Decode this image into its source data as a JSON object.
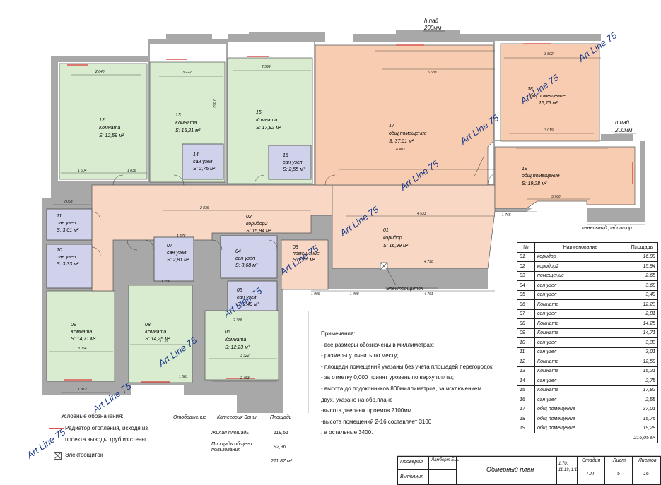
{
  "watermark": "Art Line 75",
  "rooms": [
    {
      "no": "01",
      "name": "коридор",
      "area": "S: 16,99 м²"
    },
    {
      "no": "02",
      "name": "коридор2",
      "area": "S: 15,94 м²"
    },
    {
      "no": "03",
      "name": "помещение",
      "area": "S: 2,65 м²"
    },
    {
      "no": "04",
      "name": "сан узел",
      "area": "S: 3,68 м²"
    },
    {
      "no": "05",
      "name": "сан узел",
      "area": "S: 3,49 м²"
    },
    {
      "no": "06",
      "name": "Комната",
      "area": "S: 12,23 м²"
    },
    {
      "no": "07",
      "name": "сан узел",
      "area": "S: 2,81 м²"
    },
    {
      "no": "08",
      "name": "Комната",
      "area": "S: 14,25 м²"
    },
    {
      "no": "09",
      "name": "Комната",
      "area": "S: 14,71 м²"
    },
    {
      "no": "10",
      "name": "сан узел",
      "area": "S: 3,33 м²"
    },
    {
      "no": "11",
      "name": "сан узел",
      "area": "S: 3,01 м²"
    },
    {
      "no": "12",
      "name": "Комната",
      "area": "S: 12,59 м²"
    },
    {
      "no": "13",
      "name": "Комната",
      "area": "S: 15,21 м²"
    },
    {
      "no": "14",
      "name": "сан узел",
      "area": "S: 2,75 м²"
    },
    {
      "no": "15",
      "name": "Комната",
      "area": "S: 17,82 м²"
    },
    {
      "no": "16",
      "name": "сан узел",
      "area": "S: 2,55 м²"
    },
    {
      "no": "17",
      "name": "общ помещение",
      "area": "S: 37,01 м²"
    },
    {
      "no": "18",
      "name": "общ помещение",
      "area": "15,75 м²"
    },
    {
      "no": "19",
      "name": "общ помещение",
      "area": "S: 19,28 м²"
    }
  ],
  "annotations": {
    "h_pod_1": "h пад",
    "h_pod_1_val": "200мм",
    "h_pod_2": "h пад",
    "h_pod_2_val": "200мм",
    "panel_radiator": "панельный радиатор",
    "elektroshchitok": "Электрощиток"
  },
  "dimensions": [
    "3 802",
    "5 633",
    "2 599",
    "3 222",
    "3 363",
    "2 040",
    "1 836",
    "1 604",
    "3 019",
    "4 403",
    "2 068",
    "2 836",
    "4 533",
    "4 761",
    "1 906",
    "1 408",
    "3 054",
    "3 110",
    "3 322",
    "2 453",
    "1 581",
    "1 312",
    "3 760",
    "1 765",
    "4 790",
    "2 388",
    "1 756",
    "1 576"
  ],
  "notes": {
    "title": "Примечания:",
    "lines": [
      "- все размеры обозначены в миллиметрах;",
      "- размеры уточнить по месту;",
      "- площади помещений указаны без учета площадей перегородок;",
      "- за отметку 0,000 принят уровень по верху плиты;",
      "- высота до подоконников 800миллиметров, за исключением",
      "двух, указано на обр.плане",
      "-высота дверных проемов 2100мм.",
      "-высота помещений 2-16 составляет 3100",
      ", а остальные 3400."
    ]
  },
  "legend": {
    "title": "Условные обозначения:",
    "radiator": "Радиатор отопления, исходя из",
    "radiator2": "проекта выводы труб из стены",
    "panel": "Электрощиток",
    "radiator_color": "#d9534f"
  },
  "area_summary": {
    "col1": "Отображение",
    "col2": "Категория Зоны",
    "col3": "Площадь",
    "row1_label": "Жилая площадь",
    "row1_value": "119,51",
    "row2_label": "Площадь общего",
    "row2_label2": "пользования",
    "row2_value": "92,36",
    "total": "211,87 м²"
  },
  "room_table": {
    "headers": [
      "№",
      "Наименование",
      "Площадь"
    ],
    "rows": [
      [
        "01",
        "коридор",
        "16,99"
      ],
      [
        "02",
        "коридор2",
        "15,94"
      ],
      [
        "03",
        "помещение",
        "2,65"
      ],
      [
        "04",
        "сан узел",
        "3,68"
      ],
      [
        "05",
        "сан узел",
        "3,49"
      ],
      [
        "06",
        "Комната",
        "12,23"
      ],
      [
        "07",
        "сан узел",
        "2,81"
      ],
      [
        "08",
        "Комната",
        "14,25"
      ],
      [
        "09",
        "Комната",
        "14,71"
      ],
      [
        "10",
        "сан узел",
        "3,33"
      ],
      [
        "11",
        "сан узел",
        "3,01"
      ],
      [
        "12",
        "Комната",
        "12,59"
      ],
      [
        "13",
        "Комната",
        "15,21"
      ],
      [
        "14",
        "сан узел",
        "2,75"
      ],
      [
        "15",
        "Комната",
        "17,82"
      ],
      [
        "16",
        "сан узел",
        "2,55"
      ],
      [
        "17",
        "общ помещение",
        "37,01"
      ],
      [
        "18",
        "общ помещение",
        "15,75"
      ],
      [
        "19",
        "общ помещение",
        "19,28"
      ]
    ],
    "total": "216,05 м²"
  },
  "title_block": {
    "checked": "Проверил",
    "performed": "Выполнил",
    "author": "Ламберт Е.А.",
    "title": "Обмерный план",
    "scale": "1:70,",
    "scale2": "11,19, 1:1",
    "stage_label": "Стадия",
    "sheet_label": "Лист",
    "sheets_label": "Листов",
    "stage": "ПП",
    "sheet": "5",
    "sheets": "16"
  },
  "colors": {
    "living": "#d9ecd0",
    "wc": "#cfd2ea",
    "common": "#f7ccb0",
    "corridor": "#f8d8c4",
    "wall": "#a8a8a8"
  }
}
